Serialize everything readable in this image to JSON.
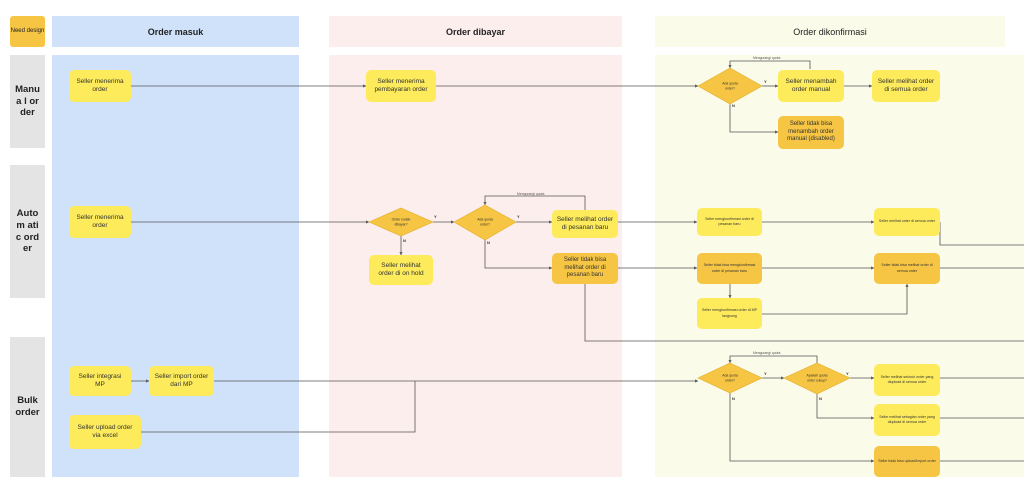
{
  "header": {
    "need_design": "Need design",
    "lanes": [
      "Order masuk",
      "Order dibayar",
      "Order dikonfirmasi"
    ]
  },
  "rows": {
    "manual": "Manua l order",
    "automatic": "Autom atic order",
    "bulk": "Bulk order"
  },
  "nodes": {
    "m_receive": "Seller menerima order",
    "m_payment": "Seller menerima pembayaran order",
    "m_add": "Seller menambah order manual",
    "m_view_all": "Seller melihat order di semua order",
    "m_cannot_add": "Seller tidak bisa menambah order manual (disabled)",
    "a_receive": "Seller menerima order",
    "a_on_hold": "Seller melihat order di on hold",
    "a_new_orders": "Seller melihat order di pesanan baru",
    "a_cannot_view": "Seller tidak bisa melihat order di pesanan baru",
    "a_confirm": "Seller mengkonfirmasi order di pesanan baru",
    "a_view_all": "Seller melihat order di semua order",
    "a_cannot_confirm": "Seller tidak bisa mengkonfirmasi order di pesanan baru",
    "a_cannot_view_all": "Seller tidak bisa melihat order di semua order",
    "a_confirm_mp": "Seller mengkonfirmasi order di MP langsung",
    "b_integrate": "Seller integrasi MP",
    "b_import": "Seller import order dari MP",
    "b_upload": "Seller upload order via excel",
    "b_view_all": "Seller melihat seluruh order yang diupload di semua order",
    "b_view_some": "Seller melihat sebagian order yang diupload di semua order",
    "b_cannot_upload": "Seller tidak bisa upload/import order"
  },
  "decisions": {
    "quota_m": "Ada quota order?",
    "paid_a": "Order sudah dibayar?",
    "quota_a": "Ada quota order?",
    "quota_b": "Ada quota order?",
    "enough_b": "Apakah quota order cukup?"
  },
  "edge_labels": {
    "reduce_m": "Mengurangi quota",
    "reduce_a": "Mengurangi quota",
    "reduce_b": "Mengurangi quota",
    "yes": "Y",
    "no": "N"
  },
  "colors": {
    "lane_masuk": "#cfe2fa",
    "lane_dibayar": "#fdeeee",
    "lane_dikonfirmasi": "#fbfbe9",
    "node": "#fdeb5c",
    "node_dark": "#f6c543",
    "decision": "#f6c543",
    "row_label": "#e4e4e4",
    "need_design": "#f6c543",
    "edge": "#555555"
  }
}
